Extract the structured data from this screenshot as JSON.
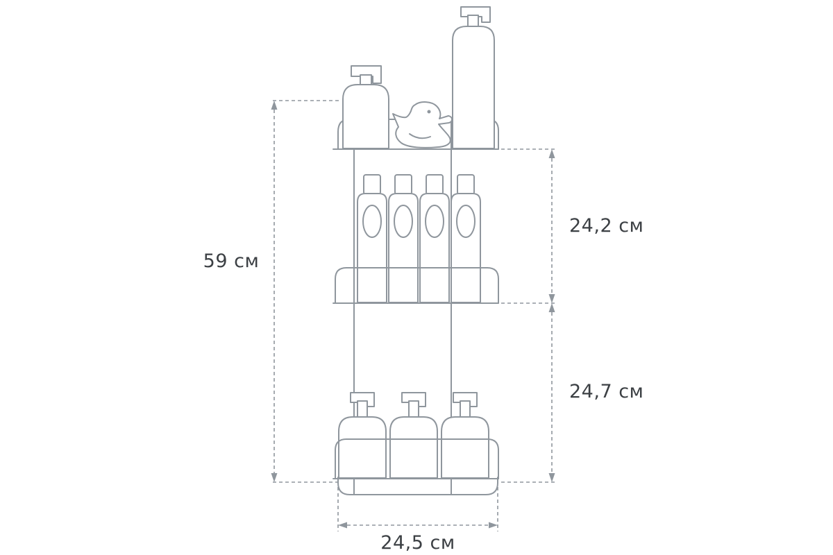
{
  "diagram": {
    "type": "dimensional drawing",
    "subject": "3-tier wire shower shelf rack with bath products",
    "labels": {
      "total_height": "59 см",
      "upper_tier_height": "24,2 см",
      "lower_tier_height": "24,7 см",
      "width": "24,5 см"
    },
    "colors": {
      "line": "#8f969d",
      "text": "#3c4044",
      "background": "#ffffff"
    },
    "shelves": {
      "top": [
        "soap-dispenser",
        "rubber-duck",
        "tall-pump-bottle"
      ],
      "middle": [
        "shampoo-tube",
        "shampoo-tube",
        "shampoo-tube",
        "shampoo-tube"
      ],
      "bottom": [
        "pump-bottle",
        "pump-bottle",
        "pump-bottle"
      ]
    }
  }
}
